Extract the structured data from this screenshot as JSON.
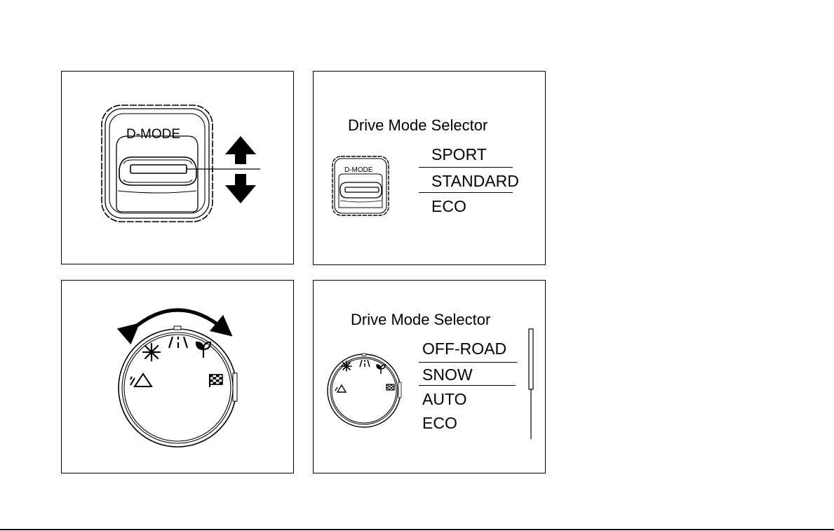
{
  "panel_top_left": {
    "switch_label": "D-MODE"
  },
  "panel_top_right": {
    "title": "Drive Mode Selector",
    "switch_label": "D-MODE",
    "modes": [
      "SPORT",
      "STANDARD",
      "ECO"
    ]
  },
  "panel_bottom_right": {
    "title": "Drive Mode Selector",
    "modes": [
      "OFF-ROAD",
      "SNOW",
      "AUTO",
      "ECO"
    ]
  },
  "dial_icons": [
    "snowflake-icon",
    "road-icon",
    "leaf-icon",
    "mountain-icon",
    "checkered-flag-icon"
  ],
  "colors": {
    "line": "#000000",
    "background": "#ffffff"
  }
}
